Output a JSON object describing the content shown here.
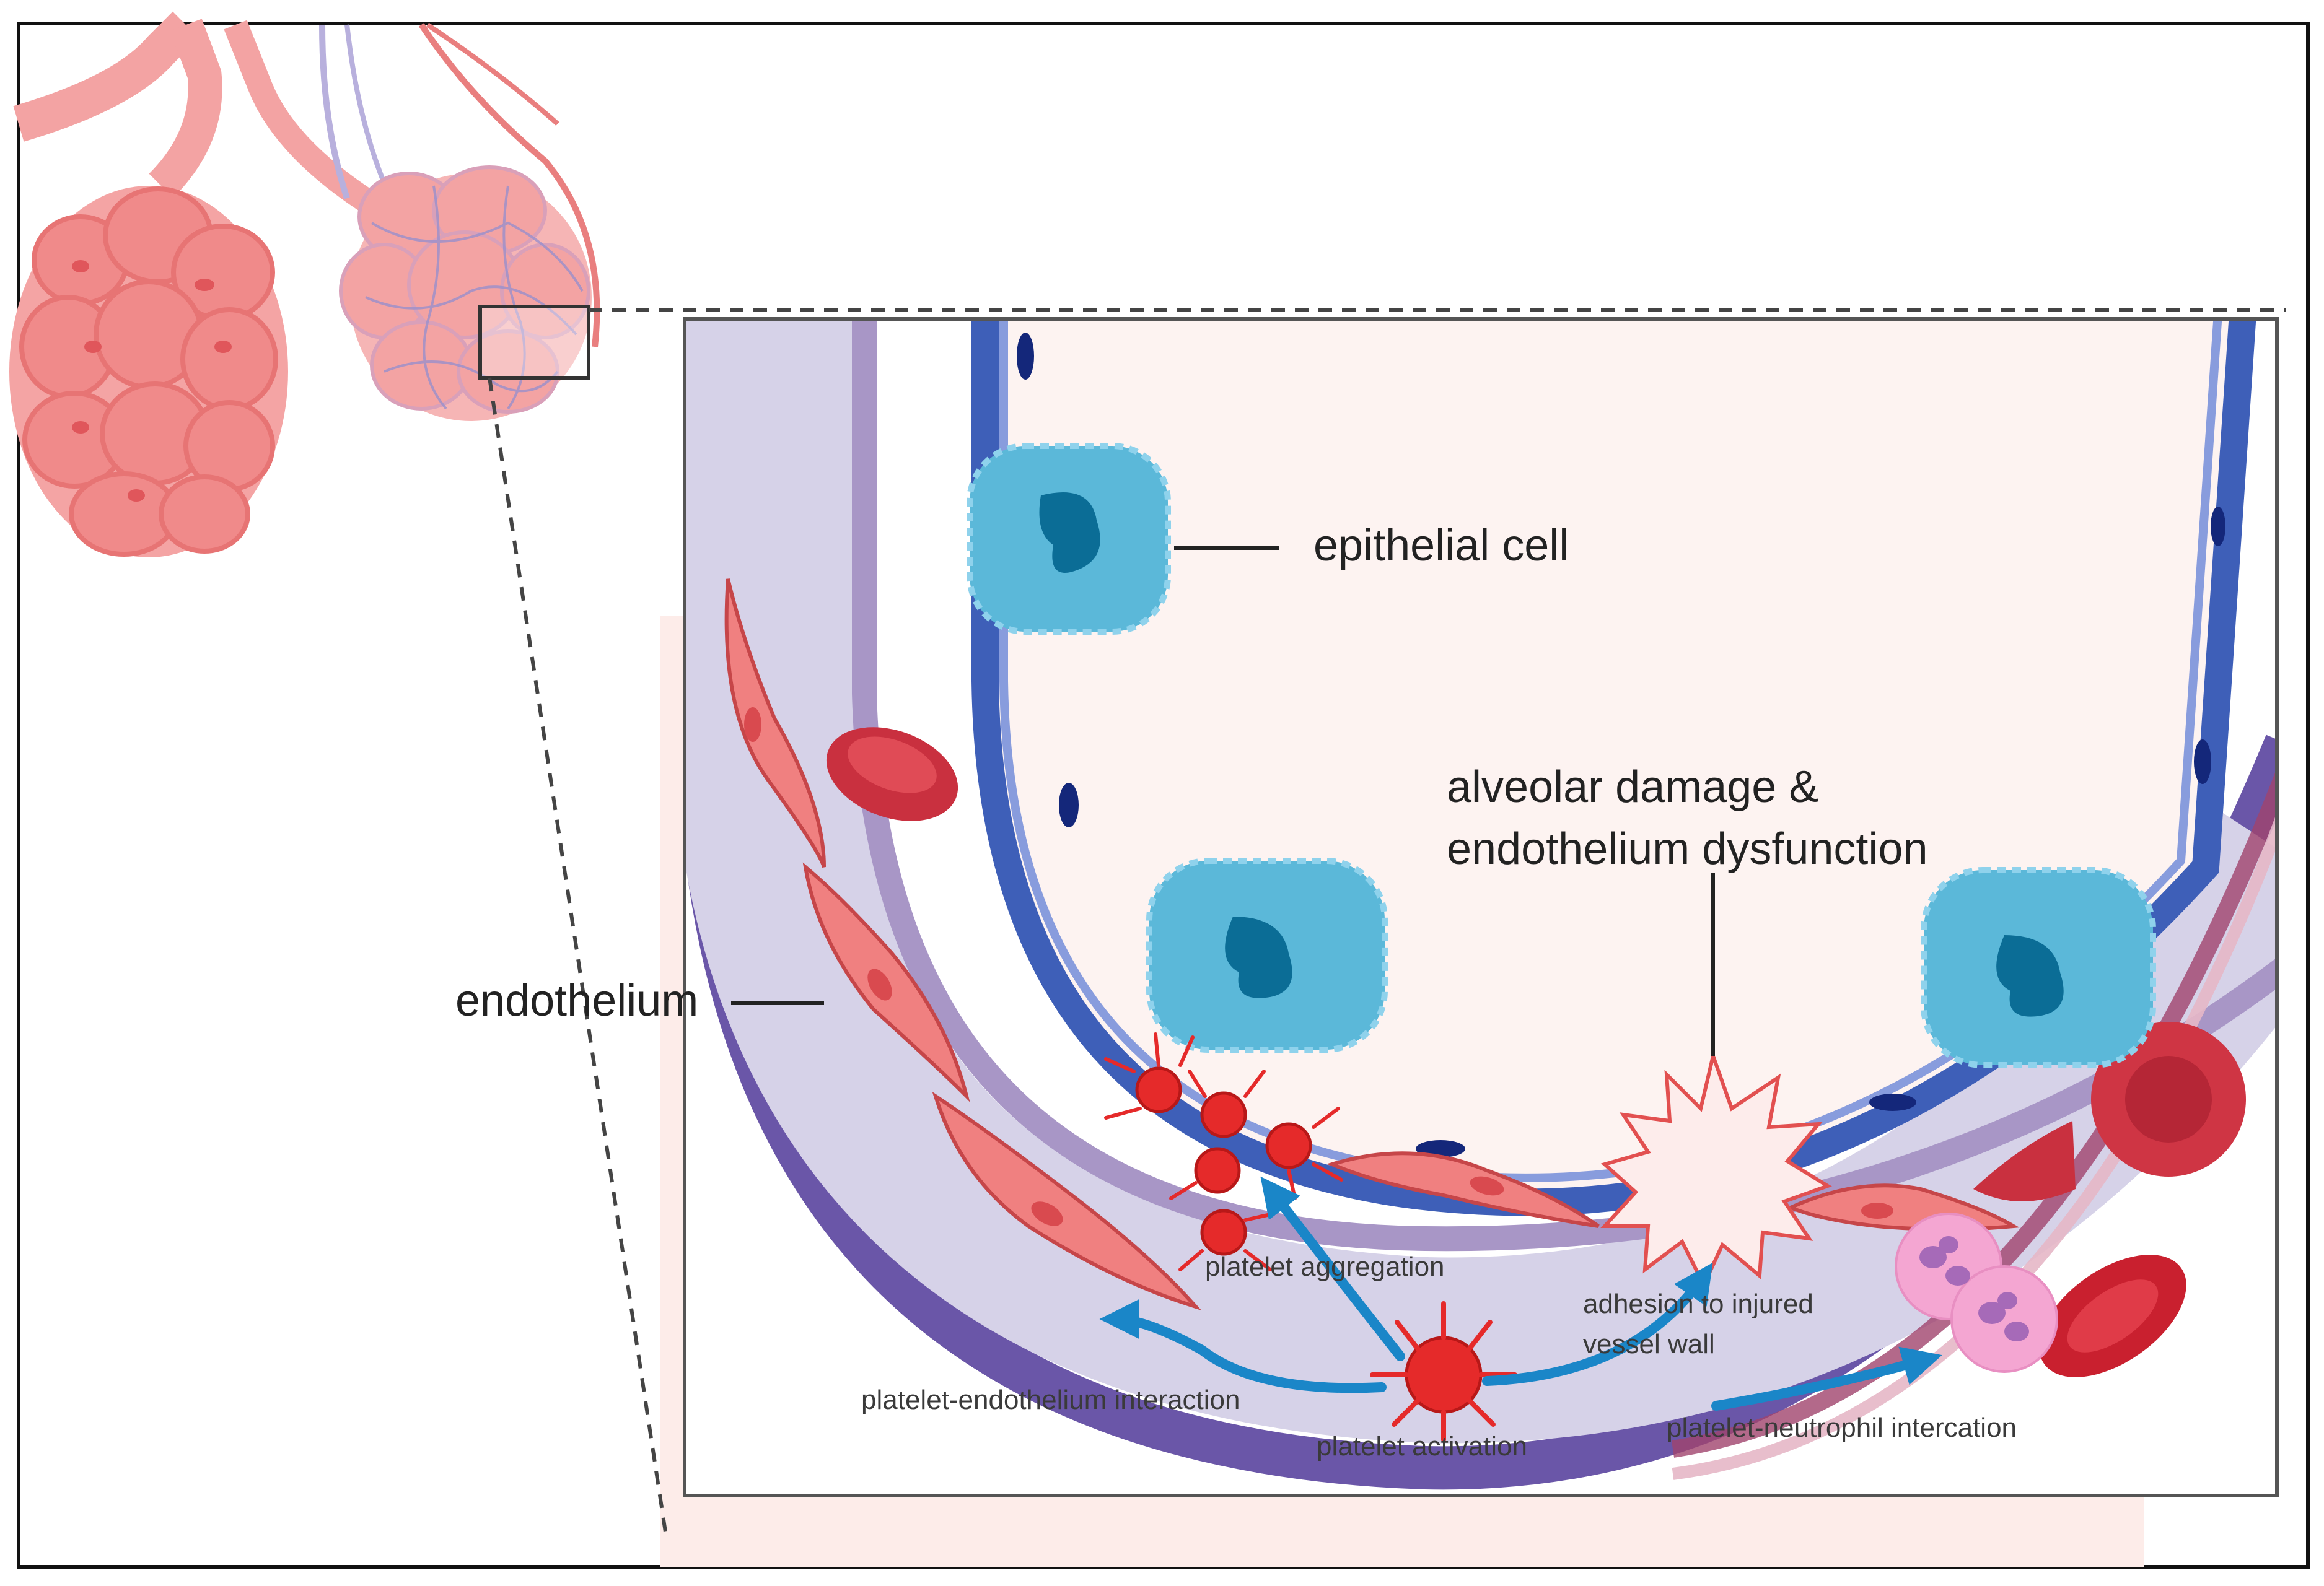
{
  "labels": {
    "epithelial_cell": "epithelial cell",
    "alveolar_damage_line1": "alveolar damage &",
    "alveolar_damage_line2": "endothelium dysfunction",
    "endothelium": "endothelium",
    "platelet_aggregation": "platelet aggregation",
    "adhesion_line1": "adhesion to injured",
    "adhesion_line2": "vessel wall",
    "platelet_endothelium_interaction": "platelet-endothelium interaction",
    "platelet_activation": "platelet activation",
    "platelet_neutrophil_interaction": "platelet-neutrophil intercation"
  },
  "colors": {
    "alveolus_pink": "#f08a8a",
    "vessel_purple": "#5b4a9a",
    "epithelium_blue": "#3e5fb8",
    "epithelial_cell_cyan": "#5bb8d9",
    "red_blood_cell": "#c9303f",
    "platelet_red": "#e52a2a",
    "neutrophil_pink": "#f4a6d2",
    "arrow_blue": "#1a86c8"
  }
}
